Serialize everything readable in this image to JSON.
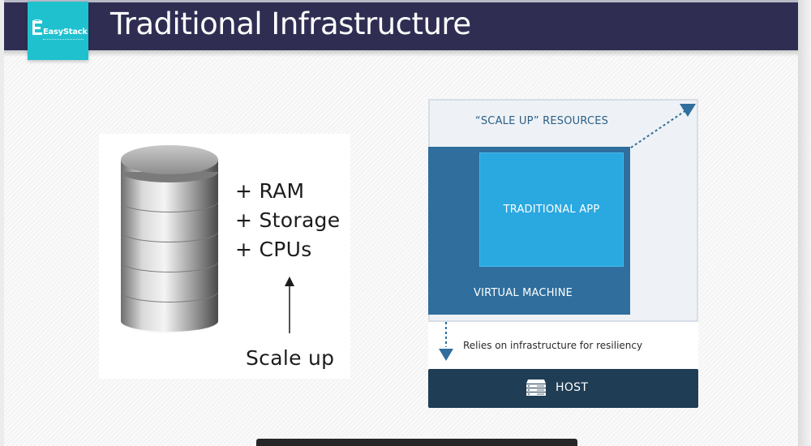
{
  "header": {
    "logo_text": "EasyStack",
    "title": "Traditional Infrastructure"
  },
  "left_panel": {
    "resources": [
      "+ RAM",
      "+ Storage",
      "+ CPUs"
    ],
    "scale_label": "Scale up",
    "icon": "database-server-icon"
  },
  "diagram": {
    "scale_resources_label": "“SCALE UP” RESOURCES",
    "app_label": "TRADITIONAL APP",
    "vm_label": "VIRTUAL MACHINE",
    "relies_label": "Relies on infrastructure for resiliency",
    "host_label": "HOST",
    "host_icon": "server-rack-icon"
  },
  "colors": {
    "title_bar": "#2f2e52",
    "logo_bg": "#1fc1cf",
    "vm": "#2f6e9d",
    "app": "#2aa8e0",
    "host": "#1f3d55"
  }
}
